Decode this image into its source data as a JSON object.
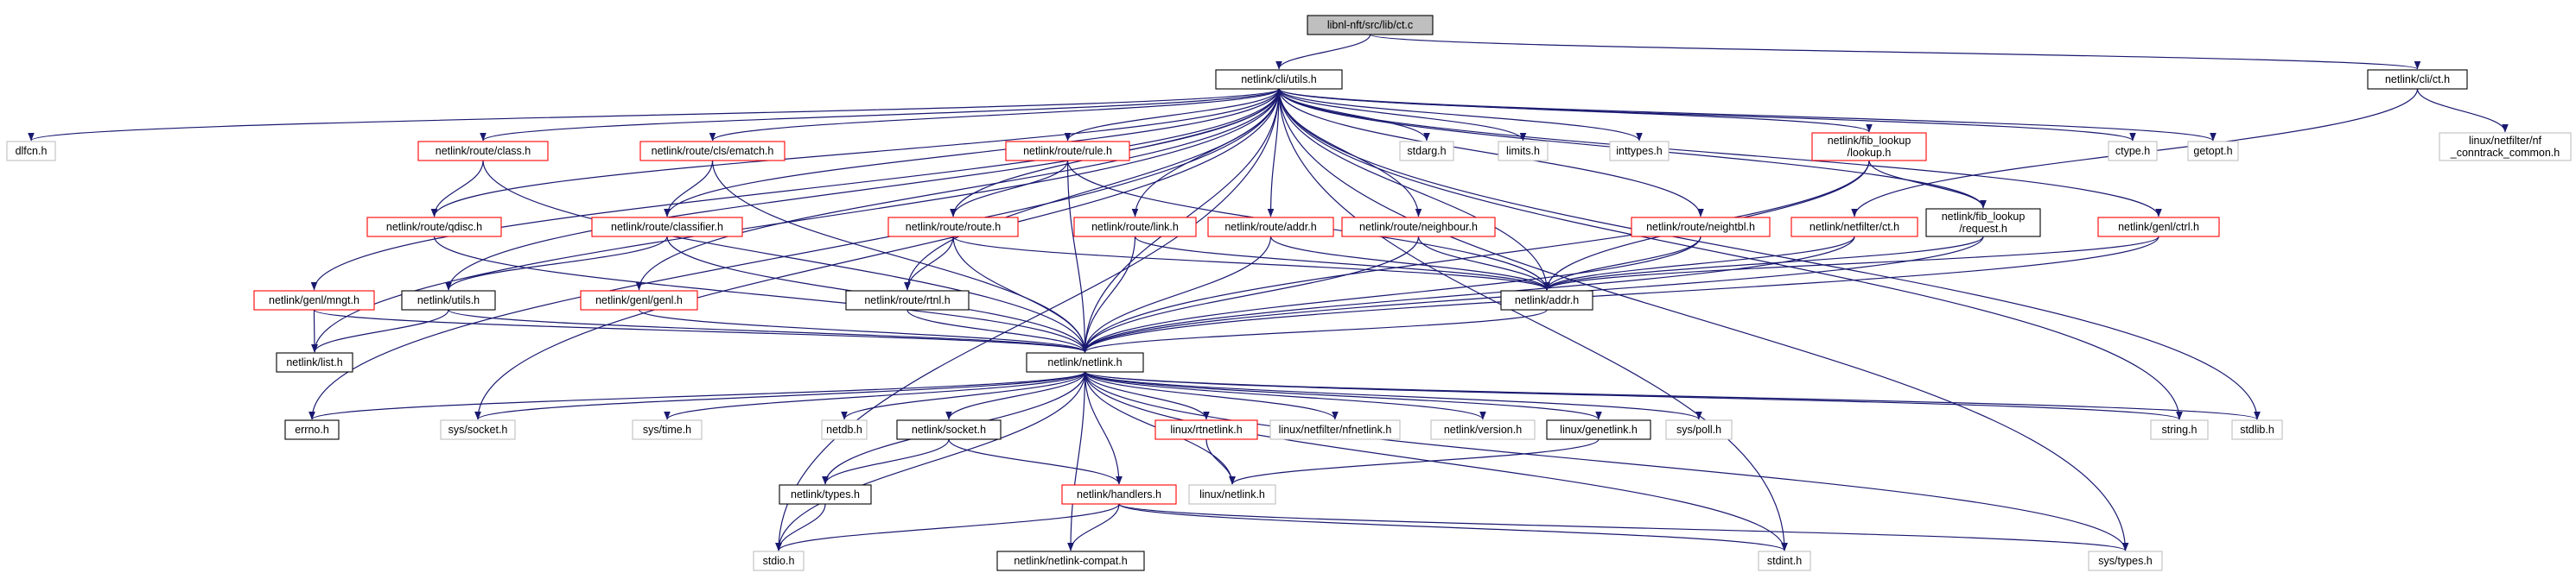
{
  "nodes": [
    {
      "id": "ct_c",
      "label": [
        "libnl-nft/src/lib/ct.c"
      ],
      "style": "root"
    },
    {
      "id": "cli_utils",
      "label": [
        "netlink/cli/utils.h"
      ],
      "style": "black"
    },
    {
      "id": "cli_ct",
      "label": [
        "netlink/cli/ct.h"
      ],
      "style": "black"
    },
    {
      "id": "dlfcn",
      "label": [
        "dlfcn.h"
      ],
      "style": "gray"
    },
    {
      "id": "route_class",
      "label": [
        "netlink/route/class.h"
      ],
      "style": "red"
    },
    {
      "id": "cls_ematch",
      "label": [
        "netlink/route/cls/ematch.h"
      ],
      "style": "red"
    },
    {
      "id": "route_rule",
      "label": [
        "netlink/route/rule.h"
      ],
      "style": "red"
    },
    {
      "id": "stdarg",
      "label": [
        "stdarg.h"
      ],
      "style": "gray"
    },
    {
      "id": "limits",
      "label": [
        "limits.h"
      ],
      "style": "gray"
    },
    {
      "id": "inttypes",
      "label": [
        "inttypes.h"
      ],
      "style": "gray"
    },
    {
      "id": "fib_lookup",
      "label": [
        "netlink/fib_lookup",
        "/lookup.h"
      ],
      "style": "red"
    },
    {
      "id": "ctype",
      "label": [
        "ctype.h"
      ],
      "style": "gray"
    },
    {
      "id": "getopt",
      "label": [
        "getopt.h"
      ],
      "style": "gray"
    },
    {
      "id": "nf_conntrack",
      "label": [
        "linux/netfilter/nf",
        "_conntrack_common.h"
      ],
      "style": "gray"
    },
    {
      "id": "route_qdisc",
      "label": [
        "netlink/route/qdisc.h"
      ],
      "style": "red"
    },
    {
      "id": "route_classifier",
      "label": [
        "netlink/route/classifier.h"
      ],
      "style": "red"
    },
    {
      "id": "route_route",
      "label": [
        "netlink/route/route.h"
      ],
      "style": "red"
    },
    {
      "id": "route_link",
      "label": [
        "netlink/route/link.h"
      ],
      "style": "red"
    },
    {
      "id": "route_addr",
      "label": [
        "netlink/route/addr.h"
      ],
      "style": "red"
    },
    {
      "id": "route_neighbour",
      "label": [
        "netlink/route/neighbour.h"
      ],
      "style": "red"
    },
    {
      "id": "route_neightbl",
      "label": [
        "netlink/route/neightbl.h"
      ],
      "style": "red"
    },
    {
      "id": "netfilter_ct",
      "label": [
        "netlink/netfilter/ct.h"
      ],
      "style": "red"
    },
    {
      "id": "fib_request",
      "label": [
        "netlink/fib_lookup",
        "/request.h"
      ],
      "style": "black"
    },
    {
      "id": "genl_ctrl",
      "label": [
        "netlink/genl/ctrl.h"
      ],
      "style": "red"
    },
    {
      "id": "genl_mngt",
      "label": [
        "netlink/genl/mngt.h"
      ],
      "style": "red"
    },
    {
      "id": "nl_utils",
      "label": [
        "netlink/utils.h"
      ],
      "style": "black"
    },
    {
      "id": "genl_genl",
      "label": [
        "netlink/genl/genl.h"
      ],
      "style": "red"
    },
    {
      "id": "route_rtnl",
      "label": [
        "netlink/route/rtnl.h"
      ],
      "style": "black"
    },
    {
      "id": "nl_addr",
      "label": [
        "netlink/addr.h"
      ],
      "style": "black"
    },
    {
      "id": "nl_list",
      "label": [
        "netlink/list.h"
      ],
      "style": "black"
    },
    {
      "id": "nl_netlink",
      "label": [
        "netlink/netlink.h"
      ],
      "style": "black"
    },
    {
      "id": "errno",
      "label": [
        "errno.h"
      ],
      "style": "black"
    },
    {
      "id": "sys_socket",
      "label": [
        "sys/socket.h"
      ],
      "style": "gray"
    },
    {
      "id": "sys_time",
      "label": [
        "sys/time.h"
      ],
      "style": "gray"
    },
    {
      "id": "netdb",
      "label": [
        "netdb.h"
      ],
      "style": "gray"
    },
    {
      "id": "nl_socket",
      "label": [
        "netlink/socket.h"
      ],
      "style": "black"
    },
    {
      "id": "linux_rtnetlink",
      "label": [
        "linux/rtnetlink.h"
      ],
      "style": "red"
    },
    {
      "id": "nfnetlink",
      "label": [
        "linux/netfilter/nfnetlink.h"
      ],
      "style": "gray"
    },
    {
      "id": "nl_version",
      "label": [
        "netlink/version.h"
      ],
      "style": "gray"
    },
    {
      "id": "linux_genetlink",
      "label": [
        "linux/genetlink.h"
      ],
      "style": "black"
    },
    {
      "id": "sys_poll",
      "label": [
        "sys/poll.h"
      ],
      "style": "gray"
    },
    {
      "id": "string",
      "label": [
        "string.h"
      ],
      "style": "gray"
    },
    {
      "id": "stdlib",
      "label": [
        "stdlib.h"
      ],
      "style": "gray"
    },
    {
      "id": "nl_types",
      "label": [
        "netlink/types.h"
      ],
      "style": "black"
    },
    {
      "id": "nl_handlers",
      "label": [
        "netlink/handlers.h"
      ],
      "style": "red"
    },
    {
      "id": "linux_netlink",
      "label": [
        "linux/netlink.h"
      ],
      "style": "gray"
    },
    {
      "id": "stdio",
      "label": [
        "stdio.h"
      ],
      "style": "gray"
    },
    {
      "id": "nl_compat",
      "label": [
        "netlink/netlink-compat.h"
      ],
      "style": "black"
    },
    {
      "id": "stdint",
      "label": [
        "stdint.h"
      ],
      "style": "gray"
    },
    {
      "id": "sys_types",
      "label": [
        "sys/types.h"
      ],
      "style": "gray"
    }
  ],
  "edges": [
    [
      "ct_c",
      "cli_utils"
    ],
    [
      "ct_c",
      "cli_ct"
    ],
    [
      "cli_ct",
      "netfilter_ct"
    ],
    [
      "cli_ct",
      "nf_conntrack"
    ],
    [
      "cli_utils",
      "dlfcn"
    ],
    [
      "cli_utils",
      "route_class"
    ],
    [
      "cli_utils",
      "cls_ematch"
    ],
    [
      "cli_utils",
      "route_rule"
    ],
    [
      "cli_utils",
      "stdarg"
    ],
    [
      "cli_utils",
      "limits"
    ],
    [
      "cli_utils",
      "inttypes"
    ],
    [
      "cli_utils",
      "fib_lookup"
    ],
    [
      "cli_utils",
      "ctype"
    ],
    [
      "cli_utils",
      "getopt"
    ],
    [
      "cli_utils",
      "route_qdisc"
    ],
    [
      "cli_utils",
      "route_classifier"
    ],
    [
      "cli_utils",
      "route_route"
    ],
    [
      "cli_utils",
      "route_link"
    ],
    [
      "cli_utils",
      "route_addr"
    ],
    [
      "cli_utils",
      "route_neighbour"
    ],
    [
      "cli_utils",
      "route_neightbl"
    ],
    [
      "cli_utils",
      "fib_request"
    ],
    [
      "cli_utils",
      "genl_ctrl"
    ],
    [
      "cli_utils",
      "genl_mngt"
    ],
    [
      "cli_utils",
      "nl_utils"
    ],
    [
      "cli_utils",
      "genl_genl"
    ],
    [
      "cli_utils",
      "route_rtnl"
    ],
    [
      "cli_utils",
      "nl_addr"
    ],
    [
      "cli_utils",
      "nl_list"
    ],
    [
      "cli_utils",
      "nl_netlink"
    ],
    [
      "cli_utils",
      "errno"
    ],
    [
      "cli_utils",
      "sys_socket"
    ],
    [
      "cli_utils",
      "string"
    ],
    [
      "cli_utils",
      "stdlib"
    ],
    [
      "cli_utils",
      "stdio"
    ],
    [
      "cli_utils",
      "stdint"
    ],
    [
      "cli_utils",
      "sys_types"
    ],
    [
      "route_class",
      "route_qdisc"
    ],
    [
      "route_class",
      "nl_netlink"
    ],
    [
      "cls_ematch",
      "route_classifier"
    ],
    [
      "cls_ematch",
      "nl_netlink"
    ],
    [
      "route_rule",
      "route_route"
    ],
    [
      "route_rule",
      "nl_addr"
    ],
    [
      "route_rule",
      "nl_netlink"
    ],
    [
      "fib_lookup",
      "fib_request"
    ],
    [
      "fib_lookup",
      "nl_addr"
    ],
    [
      "fib_lookup",
      "nl_netlink"
    ],
    [
      "route_qdisc",
      "nl_netlink"
    ],
    [
      "route_classifier",
      "nl_utils"
    ],
    [
      "route_classifier",
      "nl_netlink"
    ],
    [
      "route_route",
      "route_rtnl"
    ],
    [
      "route_route",
      "nl_addr"
    ],
    [
      "route_route",
      "nl_netlink"
    ],
    [
      "route_link",
      "nl_addr"
    ],
    [
      "route_link",
      "nl_netlink"
    ],
    [
      "route_addr",
      "nl_addr"
    ],
    [
      "route_addr",
      "nl_netlink"
    ],
    [
      "route_neighbour",
      "nl_addr"
    ],
    [
      "route_neighbour",
      "nl_netlink"
    ],
    [
      "route_neightbl",
      "nl_addr"
    ],
    [
      "route_neightbl",
      "nl_netlink"
    ],
    [
      "netfilter_ct",
      "nl_addr"
    ],
    [
      "netfilter_ct",
      "nl_netlink"
    ],
    [
      "fib_request",
      "nl_addr"
    ],
    [
      "fib_request",
      "nl_netlink"
    ],
    [
      "genl_ctrl",
      "nl_addr"
    ],
    [
      "genl_ctrl",
      "nl_netlink"
    ],
    [
      "genl_mngt",
      "nl_list"
    ],
    [
      "genl_mngt",
      "nl_netlink"
    ],
    [
      "nl_utils",
      "nl_list"
    ],
    [
      "nl_utils",
      "nl_netlink"
    ],
    [
      "genl_genl",
      "nl_netlink"
    ],
    [
      "route_rtnl",
      "nl_netlink"
    ],
    [
      "nl_addr",
      "nl_netlink"
    ],
    [
      "nl_netlink",
      "errno"
    ],
    [
      "nl_netlink",
      "sys_socket"
    ],
    [
      "nl_netlink",
      "sys_time"
    ],
    [
      "nl_netlink",
      "netdb"
    ],
    [
      "nl_netlink",
      "nl_socket"
    ],
    [
      "nl_netlink",
      "linux_rtnetlink"
    ],
    [
      "nl_netlink",
      "nfnetlink"
    ],
    [
      "nl_netlink",
      "nl_version"
    ],
    [
      "nl_netlink",
      "linux_genetlink"
    ],
    [
      "nl_netlink",
      "sys_poll"
    ],
    [
      "nl_netlink",
      "string"
    ],
    [
      "nl_netlink",
      "stdlib"
    ],
    [
      "nl_netlink",
      "nl_types"
    ],
    [
      "nl_netlink",
      "nl_handlers"
    ],
    [
      "nl_netlink",
      "linux_netlink"
    ],
    [
      "nl_netlink",
      "stdio"
    ],
    [
      "nl_netlink",
      "nl_compat"
    ],
    [
      "nl_netlink",
      "stdint"
    ],
    [
      "nl_netlink",
      "sys_types"
    ],
    [
      "nl_socket",
      "nl_types"
    ],
    [
      "nl_socket",
      "nl_handlers"
    ],
    [
      "linux_rtnetlink",
      "linux_netlink"
    ],
    [
      "linux_genetlink",
      "linux_netlink"
    ],
    [
      "nl_types",
      "stdio"
    ],
    [
      "nl_handlers",
      "stdio"
    ],
    [
      "nl_handlers",
      "nl_compat"
    ],
    [
      "nl_handlers",
      "stdint"
    ],
    [
      "nl_handlers",
      "sys_types"
    ]
  ]
}
